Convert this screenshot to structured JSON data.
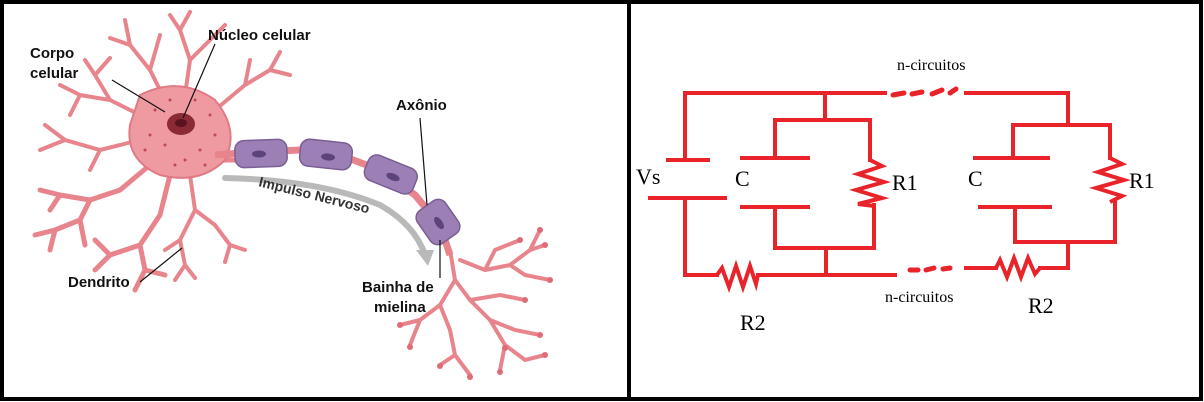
{
  "neuron_panel": {
    "labels": {
      "cell_body": [
        "Corpo",
        "celular"
      ],
      "nucleus": "Núcleo celular",
      "axon": "Axônio",
      "dendrite": "Dendrito",
      "myelin_sheath": [
        "Bainha de",
        "mielina"
      ],
      "impulse": "Impulso Nervoso"
    },
    "colors": {
      "neuron": "#e8848c",
      "myelin": "#9c7fb4",
      "nucleus": "#8b2a34",
      "arrow": "#b9b9b9"
    }
  },
  "circuit_panel": {
    "labels": {
      "source": "Vs",
      "capacitor_left": "C",
      "capacitor_right": "C",
      "r1_left": "R1",
      "r1_right": "R1",
      "r2_left": "R2",
      "r2_right": "R2",
      "n_top": "n-circuitos",
      "n_bottom": "n-circuitos"
    },
    "colors": {
      "wire": "#e8232a",
      "text": "#000000"
    }
  },
  "frame": {
    "border_color": "#000000"
  }
}
